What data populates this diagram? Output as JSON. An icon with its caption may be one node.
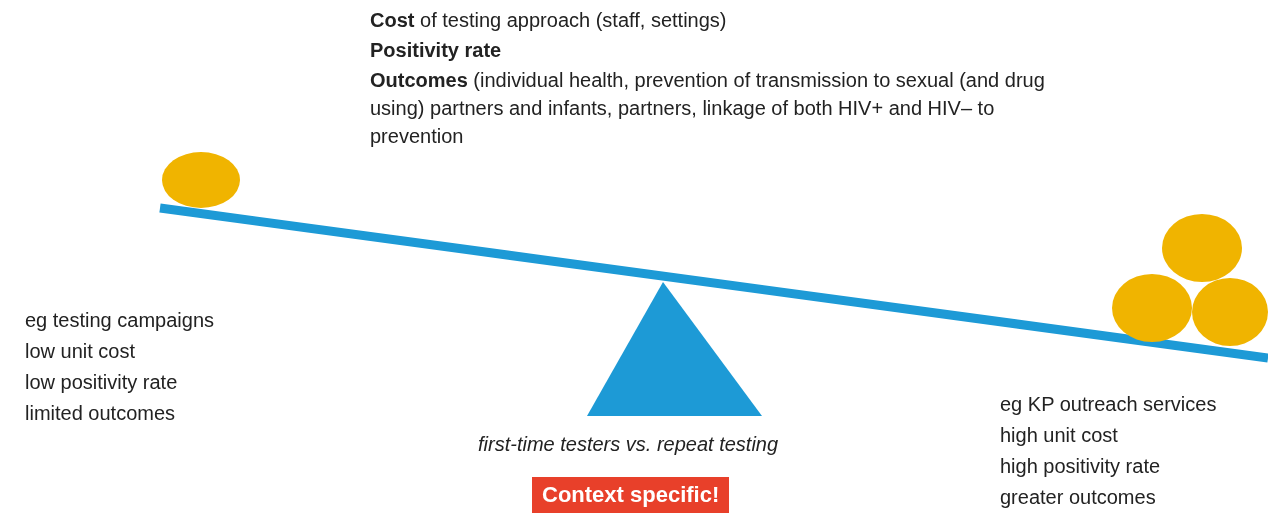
{
  "diagram": {
    "nodes": [
      {
        "text": [
          "Context specific!"
        ]
      }
    ],
    "labels": [
      "**Cost** of testing approach (staff, settings)",
      "Positivity rate",
      "**Outcomes** (individual health, prevention of transmission to sexual (and drug using) partners and infants,  partners, linkage of both HIV+ and HIV– to prevention",
      "eg testing campaigns",
      "low unit cost",
      "low positivity rate",
      "limited outcomes",
      "eg KP outreach services",
      "high unit cost",
      "high positivity rate",
      "greater outcomes",
      "first-time testers vs. repeat testing"
    ]
  }
}
